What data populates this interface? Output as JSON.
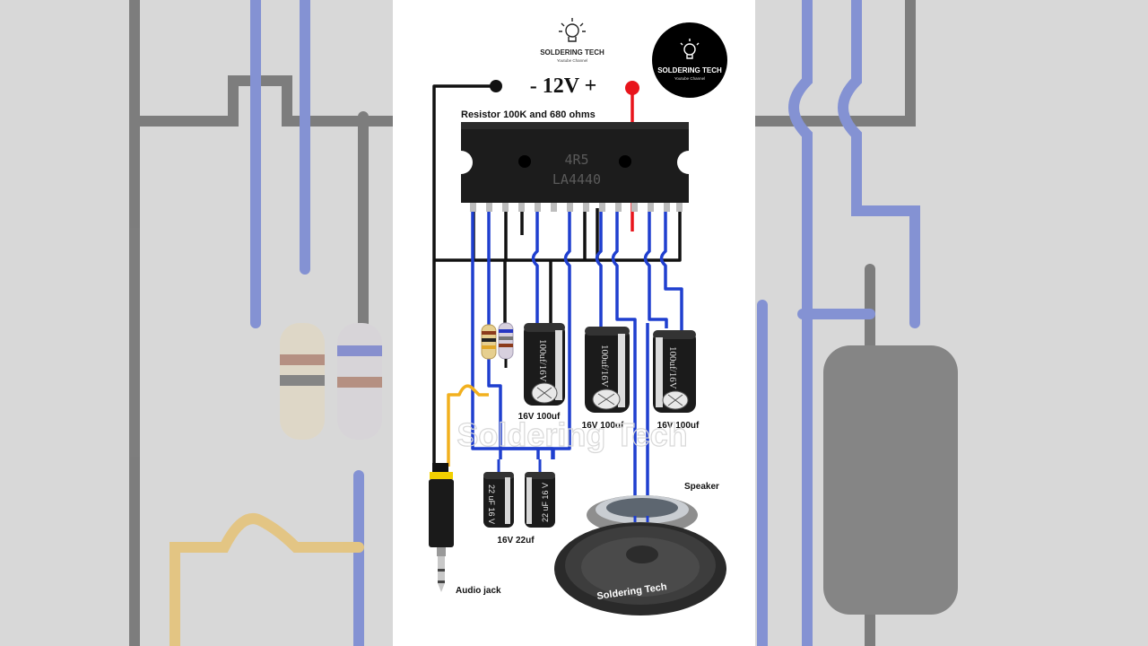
{
  "voltage_label": "- 12V +",
  "resistor_note": "Resistor 100K and 680 ohms",
  "ic": {
    "line1": "4R5",
    "line2": "LA4440"
  },
  "capacitors": {
    "cap1_label": "16V 100uf",
    "cap2_label": "16V 100uf",
    "cap3_label": "16V 100uf",
    "cap_small_label": "16V 22uf",
    "body_100": "100uf/16V",
    "body_22": "22 uF 16 V"
  },
  "speaker_label": "Speaker",
  "speaker_brand": "Soldering Tech",
  "jack_label": "Audio jack",
  "watermark": "Soldering Tech",
  "logo_top": {
    "name": "SOLDERING TECH",
    "sub": "Youtube Channel"
  },
  "logo_badge": {
    "name": "SOLDERING TECH",
    "sub": "Youtube Channel"
  },
  "colors": {
    "negative_wire": "#111111",
    "positive_wire": "#e8141b",
    "signal_wire": "#1f3fcf",
    "audio_wire": "#f2b01e",
    "background": "#ffffff",
    "side_blur": "#2a2a2a"
  }
}
